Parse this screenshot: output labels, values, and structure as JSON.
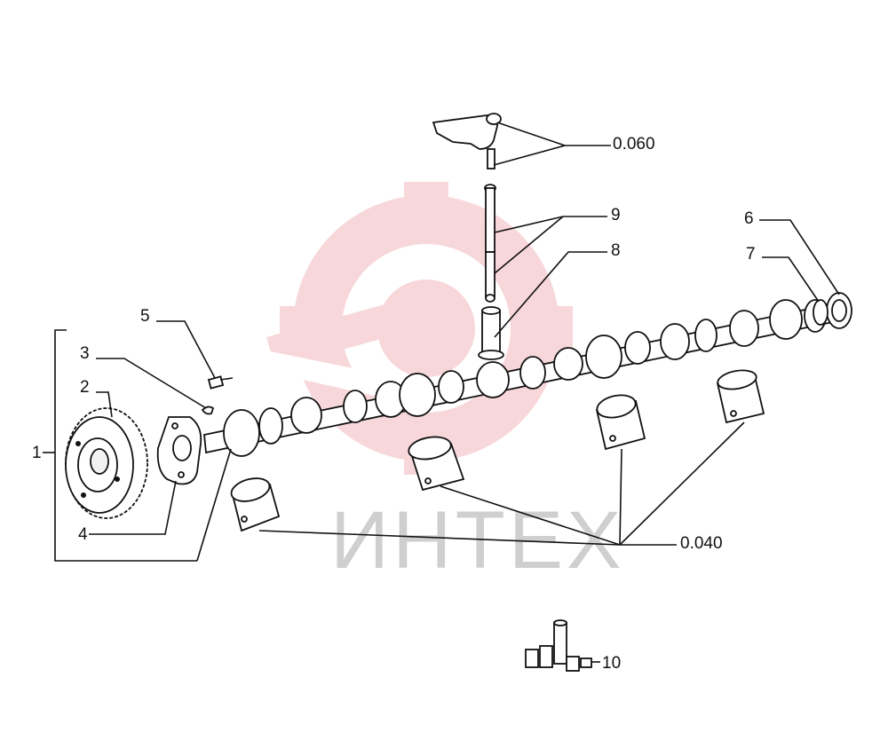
{
  "watermark": {
    "text": "ИНТЕХ",
    "logo_icon": "gear-wrench-logo",
    "logo_color": "#f3b8bc"
  },
  "callouts": [
    {
      "id": "label-1",
      "text": "1"
    },
    {
      "id": "label-2",
      "text": "2"
    },
    {
      "id": "label-3",
      "text": "3"
    },
    {
      "id": "label-4",
      "text": "4"
    },
    {
      "id": "label-5",
      "text": "5"
    },
    {
      "id": "label-6",
      "text": "6"
    },
    {
      "id": "label-7",
      "text": "7"
    },
    {
      "id": "label-8",
      "text": "8"
    },
    {
      "id": "label-9",
      "text": "9"
    },
    {
      "id": "label-10",
      "text": "10"
    },
    {
      "id": "label-0060",
      "text": "0.060"
    },
    {
      "id": "label-0040",
      "text": "0.040"
    }
  ]
}
